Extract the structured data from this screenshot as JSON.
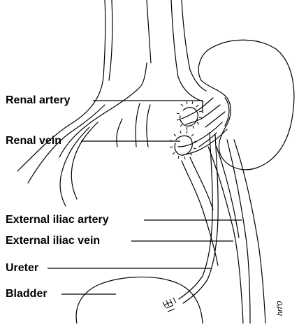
{
  "figure": {
    "labels": {
      "renal_artery": "Renal artery",
      "renal_vein": "Renal vein",
      "external_iliac_artery": "External iliac artery",
      "external_iliac_vein": "External iliac vein",
      "ureter": "Ureter",
      "bladder": "Bladder"
    },
    "artist_signature": "hrf'0"
  }
}
